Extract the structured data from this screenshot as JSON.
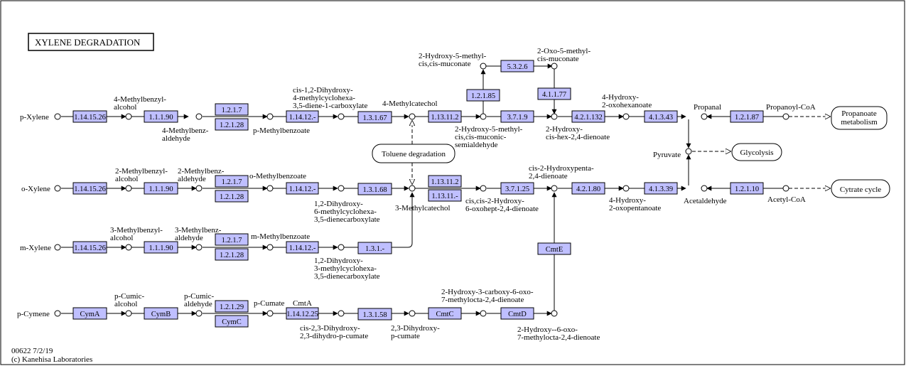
{
  "title": "XYLENE DEGRADATION",
  "footer": {
    "map_id": "00622 7/2/19",
    "copyright": "(c) Kanehisa Laboratories"
  },
  "compounds": {
    "p_xylene": "p-Xylene",
    "o_xylene": "o-Xylene",
    "m_xylene": "m-Xylene",
    "p_cymene": "p-Cymene",
    "methylbenzyl_alcohol_4": [
      "4-Methylbenzyl-",
      "alcohol"
    ],
    "methylbenz_aldehyde_4": [
      "4-Methylbenz-",
      "aldehyde"
    ],
    "p_methylbenzoate": "p-Methylbenzoate",
    "cis_dihydroxy_p": [
      "cis-1,2-Dihydroxy-",
      "4-methylcyclohexa-",
      "3,5-diene-1-carboxylate"
    ],
    "methylcatechol_4": "4-Methylcatechol",
    "hydroxy_methyl_muconate": [
      "2-Hydroxy-5-methyl-",
      "cis,cis-muconate"
    ],
    "oxo_methyl_muconate": [
      "2-Oxo-5-methyl-",
      "cis-muconate"
    ],
    "hydroxy_muconic_semialdehyde": [
      "2-Hydroxy-5-methyl-",
      "cis,cis-muconic-",
      "semialdehyde"
    ],
    "hydroxy_hexadienoate": [
      "2-Hydroxy-",
      "cis-hex-2,4-dienoate"
    ],
    "hydroxy_oxohexanoate": [
      "4-Hydroxy-",
      "2-oxohexanoate"
    ],
    "propanal": "Propanal",
    "propanoyl_coa": "Propanoyl-CoA",
    "pyruvate": "Pyruvate",
    "methylbenzyl_alcohol_2": [
      "2-Methylbenzyl-",
      "alcohol"
    ],
    "methylbenz_aldehyde_2": [
      "2-Methylbenz-",
      "aldehyde"
    ],
    "o_methylbenzoate": "o-Methylbenzoate",
    "dihydroxy_o": [
      "1,2-Dihydroxy-",
      "6-methylcyclohexa-",
      "3,5-dienecarboxylate"
    ],
    "methylcatechol_3": "3-Methylcatechol",
    "hydroxy_oxohept": [
      "cis,cis-2-Hydroxy-",
      "6-oxohept-2,4-dienoate"
    ],
    "hydroxypenta": [
      "cis-2-Hydroxypenta-",
      "2,4-dienoate"
    ],
    "hydroxy_oxopentanoate": [
      "4-Hydroxy-",
      "2-oxopentanoate"
    ],
    "acetaldehyde": "Acetaldehyde",
    "acetyl_coa": "Acetyl-CoA",
    "methylbenzyl_alcohol_3": [
      "3-Methylbenzyl-",
      "alcohol"
    ],
    "methylbenz_aldehyde_3": [
      "3-Methylbenz-",
      "aldehyde"
    ],
    "m_methylbenzoate": "m-Methylbenzoate",
    "dihydroxy_m": [
      "1,2-Dihydroxy-",
      "3-methylcyclohexa-",
      "3,5-dienecarboxylate"
    ],
    "p_cumic_alcohol": [
      "p-Cumic-",
      "alcohol"
    ],
    "p_cumic_aldehyde": [
      "p-Cumic-",
      "aldehyde"
    ],
    "p_cumate": "p-Cumate",
    "cmta_label": "CmtA",
    "cis_dihydro_cumate": [
      "cis-2,3-Dihydroxy-",
      "2,3-dihydro-p-cumate"
    ],
    "dihydroxy_cumate": [
      "2,3-Dihydroxy-",
      "p-cumate"
    ],
    "hydroxy_carboxy": [
      "2-Hydroxy-3-carboxy-6-oxo-",
      "7-methylocta-2,4-dienoate"
    ],
    "hydroxy_oxo_methylocta": [
      "2-Hydroxy--6-oxo-",
      "7-methylocta-2,4-dienoate"
    ]
  },
  "enzymes": {
    "e1": "1.14.15.26",
    "e2": "1.1.1.90",
    "e3": "1.2.1.7",
    "e4": "1.2.1.28",
    "e5": "1.14.12.-",
    "e6": "1.3.1.67",
    "e7": "1.13.11.2",
    "e8": "1.2.1.85",
    "e9": "5.3.2.6",
    "e10": "4.1.1.77",
    "e11": "3.7.1.9",
    "e12": "4.2.1.132",
    "e13": "4.1.3.43",
    "e14": "1.2.1.87",
    "e15": "1.14.15.26",
    "e16": "1.1.1.90",
    "e17": "1.2.1.7",
    "e18": "1.2.1.28",
    "e19": "1.14.12.-",
    "e20": "1.3.1.68",
    "e21": "1.13.11.2",
    "e22": "1.13.11.-",
    "e23": "3.7.1.25",
    "e24": "4.2.1.80",
    "e25": "4.1.3.39",
    "e26": "1.2.1.10",
    "e27": "1.14.15.26",
    "e28": "1.1.1.90",
    "e29": "1.2.1.7",
    "e30": "1.2.1.28",
    "e31": "1.14.12.-",
    "e32": "1.3.1.-",
    "e33": "CmtE",
    "e34": "CymA",
    "e35": "CymB",
    "e36": "1.2.1.29",
    "e37": "CymC",
    "e38": "1.14.12.25",
    "e39": "1.3.1.58",
    "e40": "CmtC",
    "e41": "CmtD"
  },
  "maps": {
    "toluene": "Toluene degradation",
    "propanoate": [
      "Propanoate",
      "metabolism"
    ],
    "glycolysis": "Glycolysis",
    "citrate": "Cytrate cycle"
  }
}
